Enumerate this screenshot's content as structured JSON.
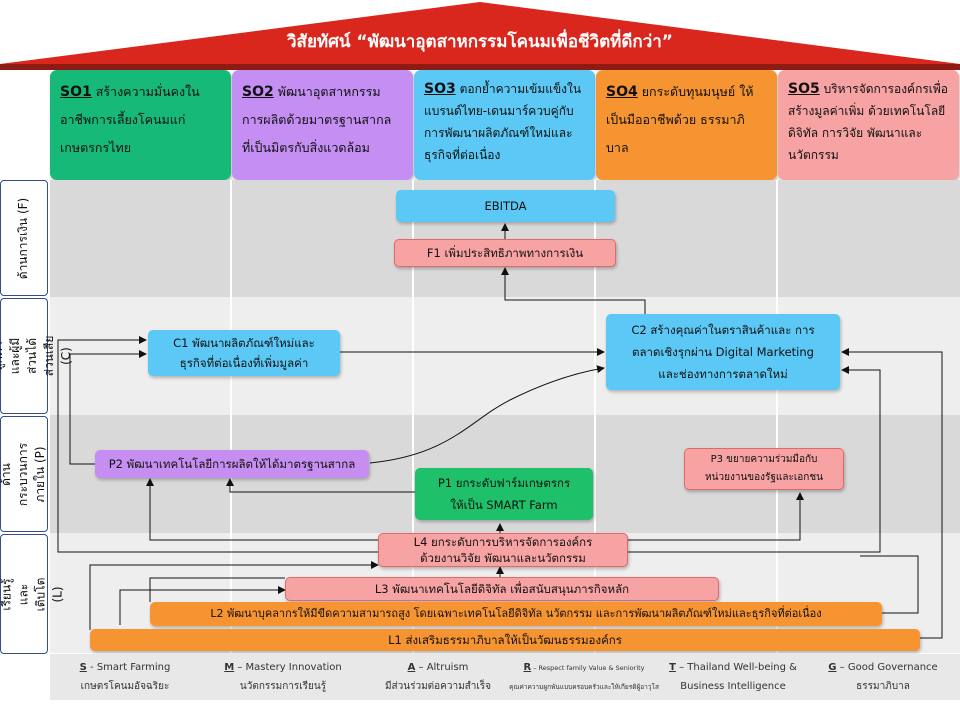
{
  "vision": {
    "title": "วิสัยทัศน์ “พัฒนาอุตสาหกรรมโคนมเพื่อชีวิตที่ดีกว่า”"
  },
  "colors": {
    "roof": "#d9271e",
    "so1": "#17b978",
    "so2": "#c48ef3",
    "so3": "#5bc8f5",
    "so4": "#f79432",
    "so5": "#f7a3a3"
  },
  "strategic_objectives": [
    {
      "code": "SO1",
      "text": "สร้างความมั่นคงใน อาชีพการเลี้ยงโคนมแก่ เกษตรกรไทย"
    },
    {
      "code": "SO2",
      "text": "พัฒนาอุตสาหกรรม การผลิตด้วยมาตรฐานสากล ที่เป็นมิตรกับสิ่งแวดล้อม"
    },
    {
      "code": "SO3",
      "text": "ตอกย้ำความเข้มแข็งใน แบรนด์ไทย-เดนมาร์ควบคู่กับ การพัฒนาผลิตภัณฑ์ใหม่และ ธุรกิจที่ต่อเนื่อง"
    },
    {
      "code": "SO4",
      "text": "ยกระดับทุนมนุษย์ ให้เป็นมืออาชีพด้วย ธรรมาภิบาล"
    },
    {
      "code": "SO5",
      "text": "บริหารจัดการองค์กรเพื่อ สร้างมูลค่าเพิ่ม ด้วยเทคโนโลยี ดิจิทัล การวิจัย พัฒนาและ นวัตกรรม"
    }
  ],
  "perspectives": [
    {
      "label": "ด้านการเงิน (F)"
    },
    {
      "label": "ด้านลูกค้าและผู้มี ส่วนได้ส่วนเสีย (C)"
    },
    {
      "label": "ด้านกระบวนการ ภายใน (P)"
    },
    {
      "label": "ด้านการเรียนรู้ และเติบโต (L)"
    }
  ],
  "nodes": {
    "ebitda": "EBITDA",
    "f1": "F1 เพิ่มประสิทธิภาพทางการเงิน",
    "c1": "C1 พัฒนาผลิตภัณฑ์ใหม่และ ธุรกิจที่ต่อเนื่องที่เพิ่มมูลค่า",
    "c2": "C2 สร้างคุณค่าในตราสินค้าและ การตลาดเชิงรุกผ่าน Digital Marketing และช่องทางการตลาดใหม่",
    "p1": "P1 ยกระดับฟาร์มเกษตรกร ให้เป็น SMART Farm",
    "p2": "P2 พัฒนาเทคโนโลยีการผลิตให้ได้มาตรฐานสากล",
    "p3": "P3 ขยายความร่วมมือกับ หน่วยงานของรัฐและเอกชน",
    "l4": "L4 ยกระดับการบริหารจัดการองค์กร ด้วยงานวิจัย พัฒนาและนวัตกรรม",
    "l3": "L3 พัฒนาเทคโนโลยีดิจิทัล เพื่อสนับสนุนภารกิจหลัก",
    "l2": "L2 พัฒนาบุคลากรให้มีขีดความสามารถสูง โดยเฉพาะเทคโนโลยีดิจิทัล นวัตกรรม และการพัฒนาผลิตภัณฑ์ใหม่และธุรกิจที่ต่อเนื่อง",
    "l1": "L1 ส่งเสริมธรรมาภิบาลให้เป็นวัฒนธรรมองค์กร"
  },
  "values_legend": [
    {
      "letter": "S",
      "title": "Smart Farming",
      "subtitle": "เกษตรโคนมอัจฉริยะ"
    },
    {
      "letter": "M",
      "title": "Mastery Innovation",
      "subtitle": "นวัตกรรมการเรียนรู้"
    },
    {
      "letter": "A",
      "title": "Altruism",
      "subtitle": "มีส่วนร่วมต่อความสำเร็จ"
    },
    {
      "letter": "R",
      "title": "Respect family Value & Seniority",
      "subtitle": "คุณค่าความผูกพันแบบครอบครัวและให้เกียรติผู้อาวุโส"
    },
    {
      "letter": "T",
      "title": "Thailand Well-being &",
      "subtitle": "Business Intelligence"
    },
    {
      "letter": "G",
      "title": "Good Governance",
      "subtitle": "ธรรมาภิบาล"
    }
  ]
}
